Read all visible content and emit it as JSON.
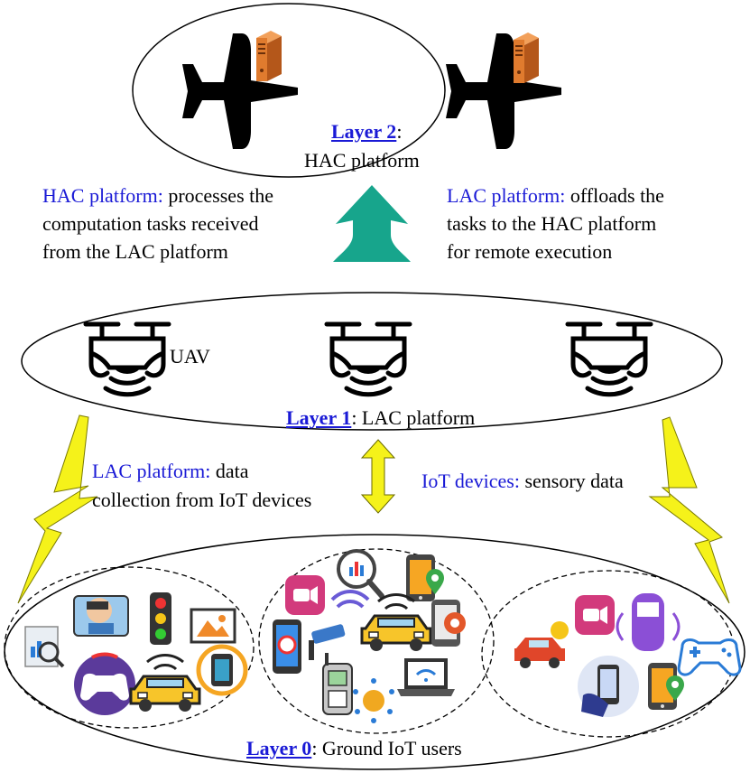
{
  "layers": {
    "layer2": {
      "link": "Layer 2",
      "suffix": ":",
      "name": "HAC platform"
    },
    "layer1": {
      "link": "Layer 1",
      "suffix": ": LAC platform"
    },
    "layer0": {
      "link": "Layer 0",
      "suffix": ": Ground IoT users"
    }
  },
  "uav_label": "UAV",
  "annotations": {
    "hac_left": {
      "key": "HAC platform:",
      "lines": [
        " processes the",
        "computation tasks received",
        "from the LAC platform"
      ]
    },
    "lac_right": {
      "key": "LAC platform:",
      "lines": [
        " offloads the",
        "tasks to the HAC platform",
        "for remote execution"
      ]
    },
    "lac_left": {
      "key": "LAC platform:",
      "lines": [
        " data",
        "collection from IoT devices"
      ]
    },
    "iot_right": {
      "key": "IoT devices:",
      "lines": [
        " sensory data"
      ]
    }
  },
  "colors": {
    "blue_text": "#1a1ad6",
    "teal_arrow": "#17a58c",
    "yellow": "#f5f21a",
    "server_orange": "#d8762a"
  },
  "icons": {
    "left_group": [
      "vr-headset-icon",
      "traffic-light-icon",
      "image-icon",
      "analytics-icon",
      "gamepad-icon",
      "connected-car-icon",
      "smartwatch-icon"
    ],
    "middle_group": [
      "search-chart-icon",
      "video-camera-icon",
      "phone-location-icon",
      "wifi-signal-icon",
      "cctv-icon",
      "connected-car-icon",
      "phone-gear-icon",
      "pokemon-phone-icon",
      "cellphone-icon",
      "bitcoin-icon",
      "laptop-wifi-icon"
    ],
    "right_group": [
      "video-camera-icon",
      "smart-car-icon",
      "red-car-icon",
      "gamepad-icon",
      "phone-hand-icon",
      "phone-location-icon"
    ]
  }
}
